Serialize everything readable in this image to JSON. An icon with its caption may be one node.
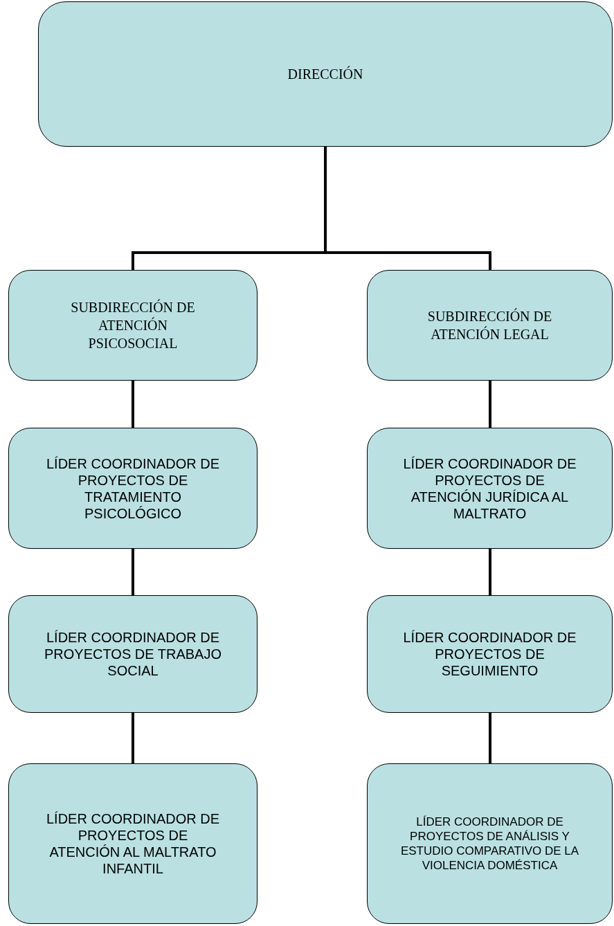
{
  "diagram": {
    "nodes": [
      {
        "text": [
          "DIRECCIÓN"
        ]
      },
      {
        "text": [
          "SUBDIRECCIÓN DE ATENCIÓN PSICOSOCIAL"
        ]
      },
      {
        "text": [
          "SUBDIRECCIÓN DE ATENCIÓN LEGAL"
        ]
      },
      {
        "text": [
          "LÍDER COORDINADOR DE PROYECTOS DE TRATAMIENTO PSICOLÓGICO"
        ]
      },
      {
        "text": [
          "LÍDER COORDINADOR DE PROYECTOS DE ATENCIÓN JURÍDICA AL MALTRATO"
        ]
      },
      {
        "text": [
          "LÍDER COORDINADOR DE PROYECTOS DE TRABAJO SOCIAL"
        ]
      },
      {
        "text": [
          "LÍDER COORDINADOR DE PROYECTOS DE SEGUIMIENTO"
        ]
      },
      {
        "text": [
          "LÍDER COORDINADOR DE PROYECTOS DE ATENCIÓN AL MALTRATO INFANTIL"
        ]
      },
      {
        "text": [
          "LÍDER COORDINADOR DE PROYECTOS DE ANÁLISIS Y ESTUDIO COMPARATIVO DE LA VIOLENCIA DOMÉSTICA"
        ]
      }
    ],
    "edges": [
      {
        "from": 0,
        "to": 1,
        "arrow": "none"
      },
      {
        "from": 0,
        "to": 2,
        "arrow": "none"
      },
      {
        "from": 1,
        "to": 3,
        "arrow": "none"
      },
      {
        "from": 2,
        "to": 4,
        "arrow": "none"
      },
      {
        "from": 3,
        "to": 5,
        "arrow": "none"
      },
      {
        "from": 4,
        "to": 6,
        "arrow": "none"
      },
      {
        "from": 5,
        "to": 7,
        "arrow": "none"
      },
      {
        "from": 6,
        "to": 8,
        "arrow": "none"
      }
    ]
  }
}
